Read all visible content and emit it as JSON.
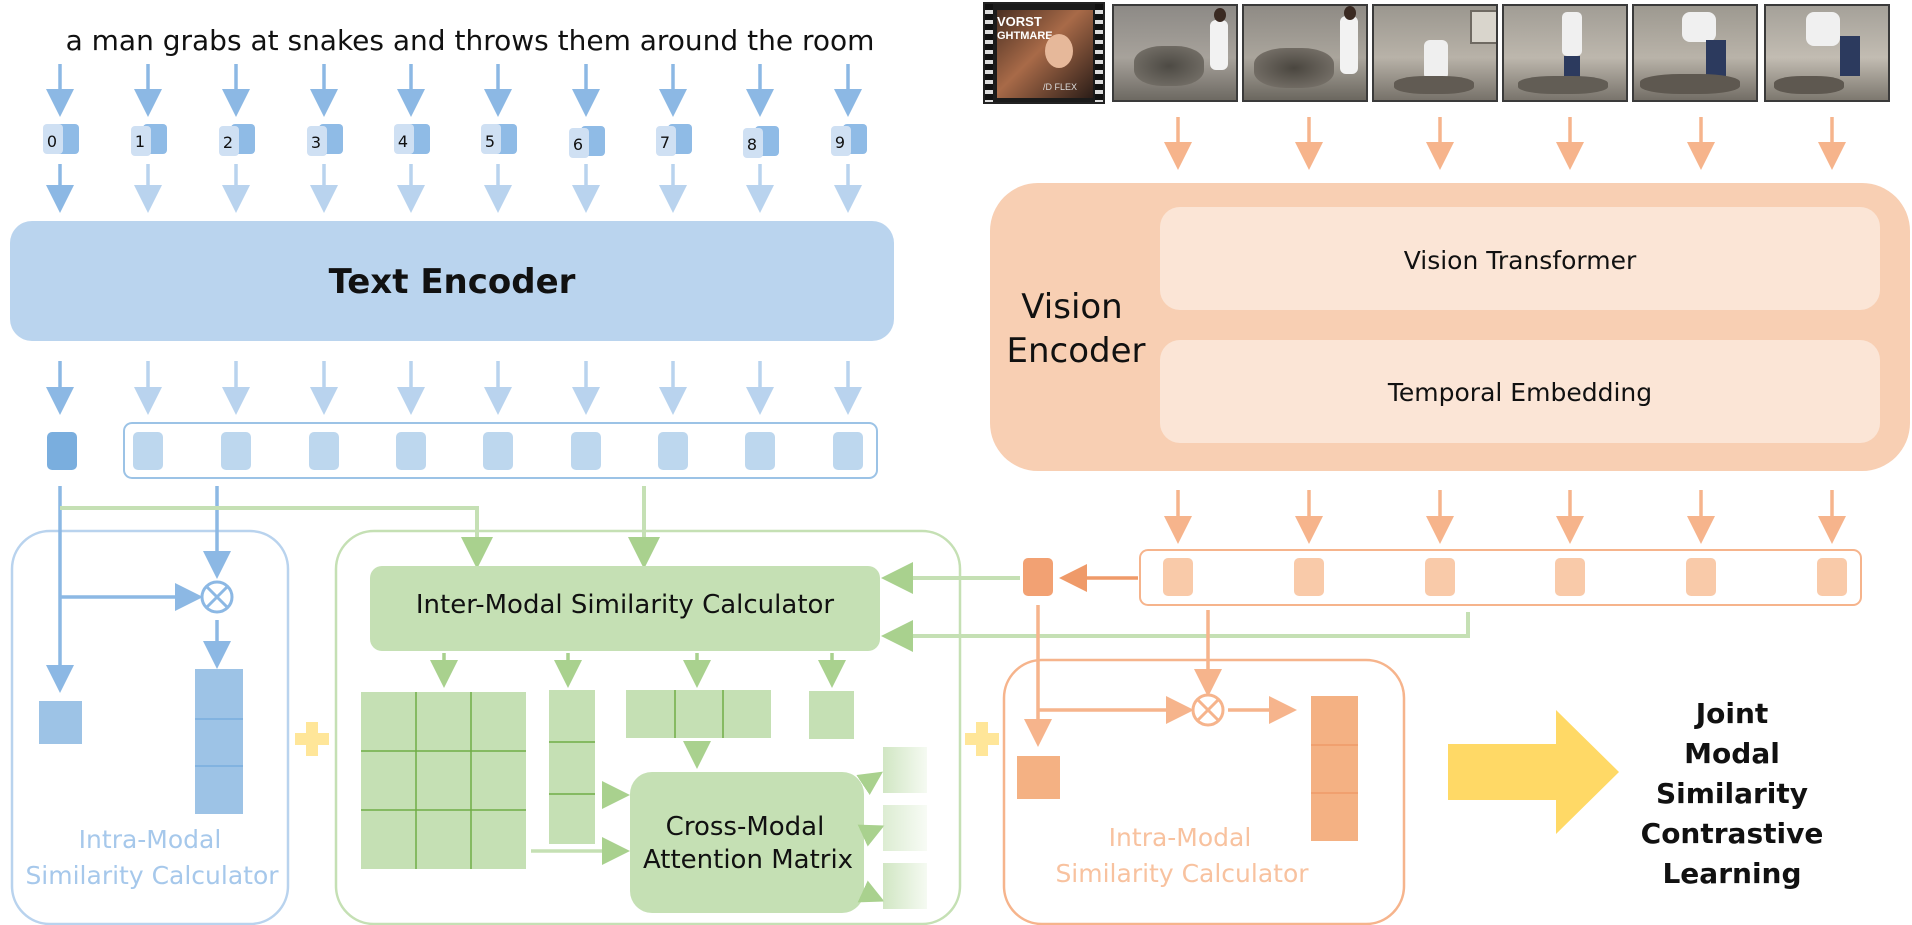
{
  "caption": "a man grabs at snakes and throws them around the room",
  "token_ids": [
    "0",
    "1",
    "2",
    "3",
    "4",
    "5",
    "6",
    "7",
    "8",
    "9"
  ],
  "text_encoder": {
    "label": "Text Encoder"
  },
  "vision_encoder": {
    "label_line1": "Vision",
    "label_line2": "Encoder",
    "vision_transformer": "Vision Transformer",
    "temporal_embedding": "Temporal Embedding"
  },
  "thumbnail_overlay": {
    "top_text": "VORST",
    "mid_text": "GHTMARE",
    "bottom_text": "/D FLEX"
  },
  "intra_modal_text": {
    "line1": "Intra-Modal",
    "line2": "Similarity Calculator"
  },
  "inter_modal": {
    "label": "Inter-Modal Similarity Calculator"
  },
  "cross_modal": {
    "line1": "Cross-Modal",
    "line2": "Attention Matrix"
  },
  "intra_modal_vision": {
    "line1": "Intra-Modal",
    "line2": "Similarity Calculator"
  },
  "joint": {
    "line1": "Joint",
    "line2": "Modal",
    "line3": "Similarity",
    "line4": "Contrastive",
    "line5": "Learning"
  },
  "colors": {
    "text_blue": "#bad4ee",
    "token_blue": "#9cc3e6",
    "cls_blue": "#7aaede",
    "text_arrow": "#8cb8e4",
    "vision_orange": "#f8cfb3",
    "vision_inner": "#fbe5d6",
    "vision_token": "#f9caa9",
    "vision_cls": "#f2a173",
    "vision_arrow": "#f6b48c",
    "green": "#c5e0b4",
    "green_line": "#9ccc84",
    "yellow": "#ffd966",
    "plus": "#ffe699"
  },
  "icons": [
    "frame-film-icon",
    "multiply-circle-icon",
    "plus-icon",
    "big-right-arrow-icon"
  ]
}
